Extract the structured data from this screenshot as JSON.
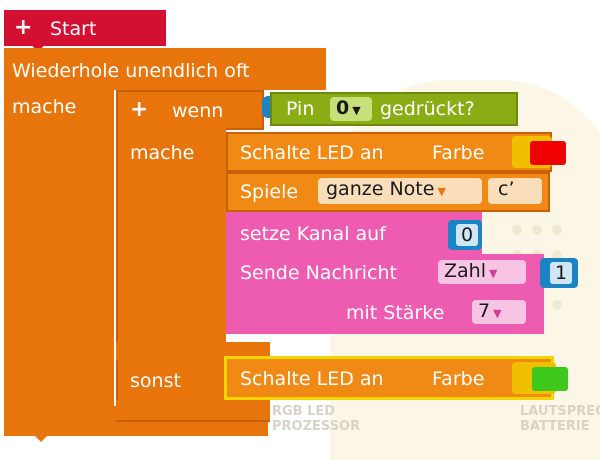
{
  "start": {
    "label": "Start"
  },
  "loop": {
    "label": "Wiederhole unendlich oft",
    "do_label": "mache"
  },
  "if_block": {
    "label": "wenn",
    "then_label": "mache",
    "else_label": "sonst"
  },
  "condition": {
    "prefix": "Pin",
    "pin_value": "0",
    "suffix": "gedrückt?"
  },
  "led_on_red": {
    "label": "Schalte LED an",
    "color_label": "Farbe",
    "color": "#f00000"
  },
  "play_note": {
    "label": "Spiele",
    "duration": "ganze Note",
    "note": "c’"
  },
  "set_channel": {
    "label": "setze Kanal auf",
    "value": "0"
  },
  "send_message": {
    "label": "Sende Nachricht",
    "type": "Zahl",
    "value": "1",
    "strength_label": "mit Stärke",
    "strength": "7"
  },
  "led_on_green": {
    "label": "Schalte LED an",
    "color_label": "Farbe",
    "color": "#3ec81c"
  },
  "background": {
    "label_left": "RGB LED PROZESSOR",
    "label_right": "LAUTSPRECHER BATTERIE"
  },
  "colors": {
    "start": "#d30f32",
    "control": "#e8740c",
    "output": "#f08a14",
    "input": "#8aad16",
    "radio": "#ee5cb2",
    "highlight": "#f1d600",
    "value": "#1b84c4"
  }
}
